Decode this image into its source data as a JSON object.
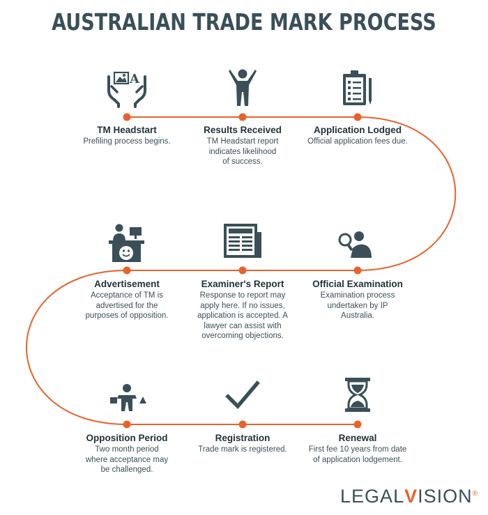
{
  "title": "AUSTRALIAN TRADE MARK PROCESS",
  "colors": {
    "accent": "#e8622a",
    "icon": "#3a4f58",
    "text": "#22323a"
  },
  "steps": [
    {
      "title": "TM Headstart",
      "desc": "Prefiling process begins.",
      "icon": "hands-picture-icon"
    },
    {
      "title": "Results Received",
      "desc": "TM Headstart report indicates likelihood of success.",
      "icon": "person-celebrating-icon"
    },
    {
      "title": "Application Lodged",
      "desc": "Official application fees due.",
      "icon": "clipboard-checklist-icon"
    },
    {
      "title": "Advertisement",
      "desc": "Acceptance of TM is advertised for the purposes of opposition.",
      "icon": "desk-smiley-icon"
    },
    {
      "title": "Examiner's Report",
      "desc": "Response to report may apply here. If no issues, application is accepted. A lawyer can assist with overcoming objections.",
      "icon": "newspaper-icon"
    },
    {
      "title": "Official Examination",
      "desc": "Examination process undertaken by IP Australia.",
      "icon": "magnifier-person-icon"
    },
    {
      "title": "Opposition Period",
      "desc": "Two month period where acceptance may be challenged.",
      "icon": "person-balance-icon"
    },
    {
      "title": "Registration",
      "desc": "Trade mark is registered.",
      "icon": "checkmark-icon"
    },
    {
      "title": "Renewal",
      "desc": "First fee 10 years from date of application lodgement.",
      "icon": "hourglass-icon"
    }
  ],
  "logo": {
    "part1": "LEGAL",
    "part2": "V",
    "part3": "ISION",
    "reg": "®"
  }
}
